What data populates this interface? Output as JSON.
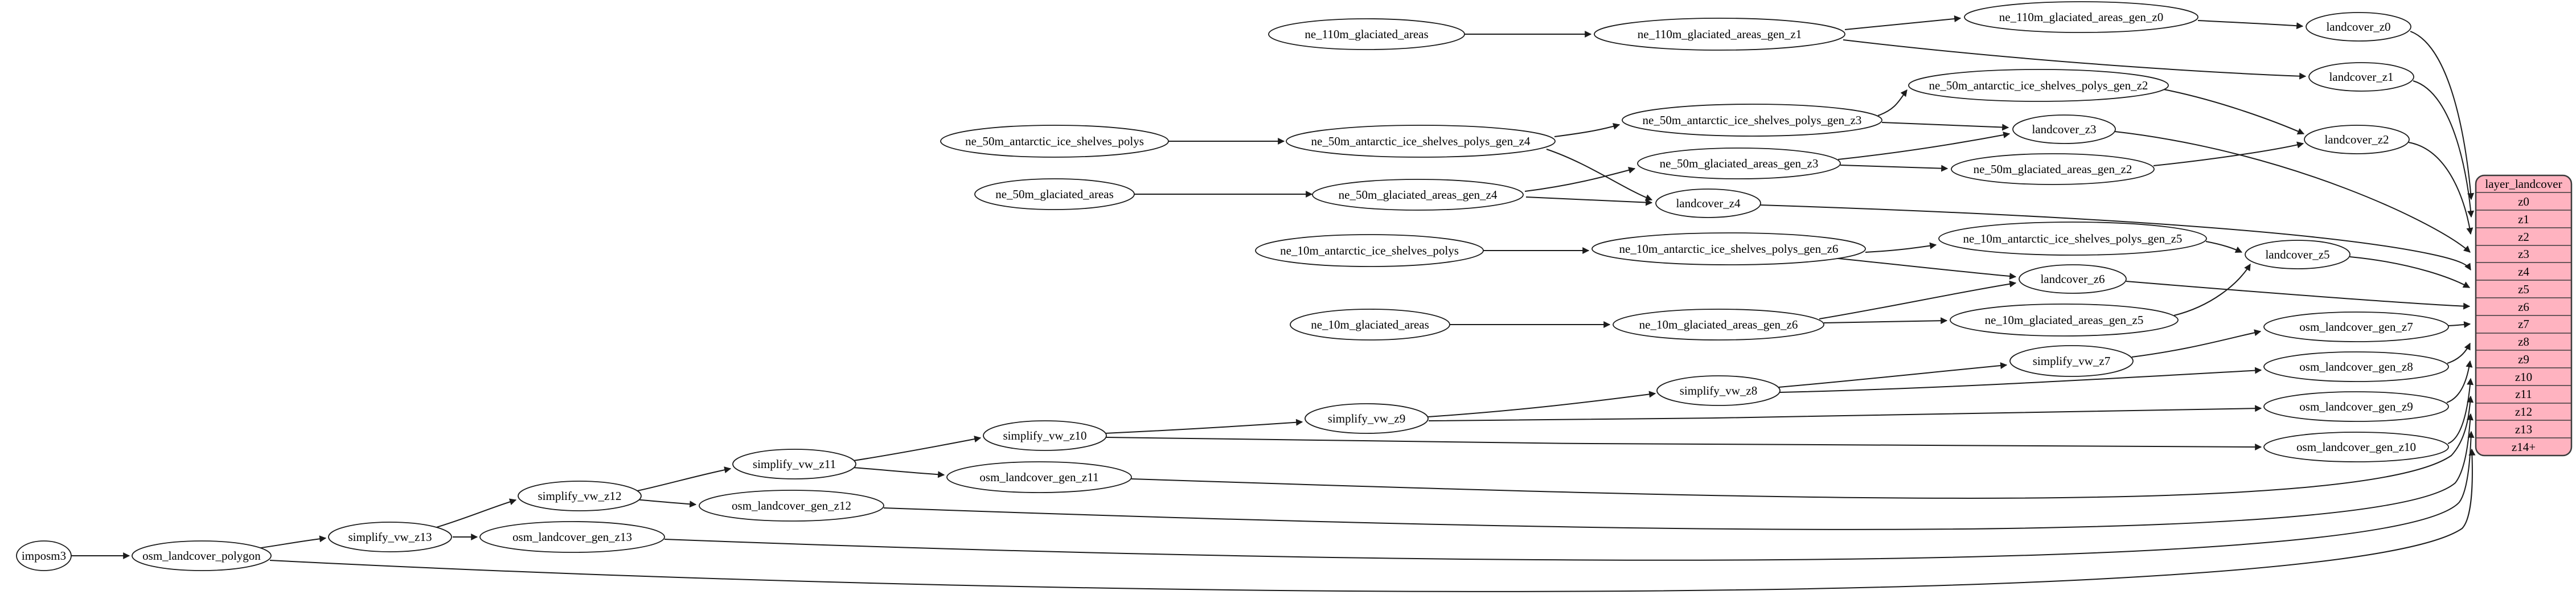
{
  "diagram": {
    "kind": "graphviz-dependency-graph",
    "nodes": {
      "ne_110m_glaciated_areas": "ne_110m_glaciated_areas",
      "ne_110m_glaciated_areas_gen_z1": "ne_110m_glaciated_areas_gen_z1",
      "ne_110m_glaciated_areas_gen_z0": "ne_110m_glaciated_areas_gen_z0",
      "landcover_z0": "landcover_z0",
      "landcover_z1": "landcover_z1",
      "ne_50m_antarctic_ice_shelves_polys": "ne_50m_antarctic_ice_shelves_polys",
      "ne_50m_antarctic_ice_shelves_polys_gen_z4": "ne_50m_antarctic_ice_shelves_polys_gen_z4",
      "ne_50m_antarctic_ice_shelves_polys_gen_z3": "ne_50m_antarctic_ice_shelves_polys_gen_z3",
      "ne_50m_antarctic_ice_shelves_polys_gen_z2": "ne_50m_antarctic_ice_shelves_polys_gen_z2",
      "ne_50m_glaciated_areas": "ne_50m_glaciated_areas",
      "ne_50m_glaciated_areas_gen_z4": "ne_50m_glaciated_areas_gen_z4",
      "ne_50m_glaciated_areas_gen_z3": "ne_50m_glaciated_areas_gen_z3",
      "ne_50m_glaciated_areas_gen_z2": "ne_50m_glaciated_areas_gen_z2",
      "landcover_z2": "landcover_z2",
      "landcover_z3": "landcover_z3",
      "landcover_z4": "landcover_z4",
      "ne_10m_antarctic_ice_shelves_polys": "ne_10m_antarctic_ice_shelves_polys",
      "ne_10m_antarctic_ice_shelves_polys_gen_z6": "ne_10m_antarctic_ice_shelves_polys_gen_z6",
      "ne_10m_antarctic_ice_shelves_polys_gen_z5": "ne_10m_antarctic_ice_shelves_polys_gen_z5",
      "ne_10m_glaciated_areas": "ne_10m_glaciated_areas",
      "ne_10m_glaciated_areas_gen_z6": "ne_10m_glaciated_areas_gen_z6",
      "ne_10m_glaciated_areas_gen_z5": "ne_10m_glaciated_areas_gen_z5",
      "landcover_z5": "landcover_z5",
      "landcover_z6": "landcover_z6",
      "imposm3": "imposm3",
      "osm_landcover_polygon": "osm_landcover_polygon",
      "simplify_vw_z13": "simplify_vw_z13",
      "simplify_vw_z12": "simplify_vw_z12",
      "simplify_vw_z11": "simplify_vw_z11",
      "simplify_vw_z10": "simplify_vw_z10",
      "simplify_vw_z9": "simplify_vw_z9",
      "simplify_vw_z8": "simplify_vw_z8",
      "simplify_vw_z7": "simplify_vw_z7",
      "osm_landcover_gen_z7": "osm_landcover_gen_z7",
      "osm_landcover_gen_z8": "osm_landcover_gen_z8",
      "osm_landcover_gen_z9": "osm_landcover_gen_z9",
      "osm_landcover_gen_z10": "osm_landcover_gen_z10",
      "osm_landcover_gen_z11": "osm_landcover_gen_z11",
      "osm_landcover_gen_z12": "osm_landcover_gen_z12",
      "osm_landcover_gen_z13": "osm_landcover_gen_z13"
    },
    "table": {
      "title": "layer_landcover",
      "rows": [
        "z0",
        "z1",
        "z2",
        "z3",
        "z4",
        "z5",
        "z6",
        "z7",
        "z8",
        "z9",
        "z10",
        "z11",
        "z12",
        "z13",
        "z14+"
      ]
    },
    "edges": [
      "ne_110m_glaciated_areas -> ne_110m_glaciated_areas_gen_z1",
      "ne_110m_glaciated_areas_gen_z1 -> ne_110m_glaciated_areas_gen_z0",
      "ne_110m_glaciated_areas_gen_z1 -> landcover_z1",
      "ne_110m_glaciated_areas_gen_z0 -> landcover_z0",
      "landcover_z0 -> layer_landcover:z0",
      "landcover_z1 -> layer_landcover:z1",
      "ne_50m_antarctic_ice_shelves_polys -> ne_50m_antarctic_ice_shelves_polys_gen_z4",
      "ne_50m_antarctic_ice_shelves_polys_gen_z4 -> ne_50m_antarctic_ice_shelves_polys_gen_z3",
      "ne_50m_antarctic_ice_shelves_polys_gen_z4 -> landcover_z4",
      "ne_50m_antarctic_ice_shelves_polys_gen_z3 -> ne_50m_antarctic_ice_shelves_polys_gen_z2",
      "ne_50m_antarctic_ice_shelves_polys_gen_z3 -> landcover_z3",
      "ne_50m_antarctic_ice_shelves_polys_gen_z2 -> landcover_z2",
      "ne_50m_glaciated_areas -> ne_50m_glaciated_areas_gen_z4",
      "ne_50m_glaciated_areas_gen_z4 -> ne_50m_glaciated_areas_gen_z3",
      "ne_50m_glaciated_areas_gen_z4 -> landcover_z4",
      "ne_50m_glaciated_areas_gen_z3 -> ne_50m_glaciated_areas_gen_z2",
      "ne_50m_glaciated_areas_gen_z3 -> landcover_z3",
      "ne_50m_glaciated_areas_gen_z2 -> landcover_z2",
      "landcover_z2 -> layer_landcover:z2",
      "landcover_z3 -> layer_landcover:z3",
      "landcover_z4 -> layer_landcover:z4",
      "ne_10m_antarctic_ice_shelves_polys -> ne_10m_antarctic_ice_shelves_polys_gen_z6",
      "ne_10m_antarctic_ice_shelves_polys_gen_z6 -> ne_10m_antarctic_ice_shelves_polys_gen_z5",
      "ne_10m_antarctic_ice_shelves_polys_gen_z6 -> landcover_z6",
      "ne_10m_antarctic_ice_shelves_polys_gen_z5 -> landcover_z5",
      "ne_10m_glaciated_areas -> ne_10m_glaciated_areas_gen_z6",
      "ne_10m_glaciated_areas_gen_z6 -> ne_10m_glaciated_areas_gen_z5",
      "ne_10m_glaciated_areas_gen_z6 -> landcover_z6",
      "ne_10m_glaciated_areas_gen_z5 -> landcover_z5",
      "landcover_z5 -> layer_landcover:z5",
      "landcover_z6 -> layer_landcover:z6",
      "imposm3 -> osm_landcover_polygon",
      "osm_landcover_polygon -> simplify_vw_z13",
      "osm_landcover_polygon -> layer_landcover:z14+",
      "simplify_vw_z13 -> simplify_vw_z12",
      "simplify_vw_z13 -> osm_landcover_gen_z13",
      "simplify_vw_z12 -> simplify_vw_z11",
      "simplify_vw_z12 -> osm_landcover_gen_z12",
      "simplify_vw_z11 -> simplify_vw_z10",
      "simplify_vw_z11 -> osm_landcover_gen_z11",
      "simplify_vw_z10 -> simplify_vw_z9",
      "simplify_vw_z10 -> osm_landcover_gen_z10",
      "simplify_vw_z9 -> simplify_vw_z8",
      "simplify_vw_z9 -> osm_landcover_gen_z9",
      "simplify_vw_z8 -> simplify_vw_z7",
      "simplify_vw_z8 -> osm_landcover_gen_z8",
      "simplify_vw_z7 -> osm_landcover_gen_z7",
      "osm_landcover_gen_z7 -> layer_landcover:z7",
      "osm_landcover_gen_z8 -> layer_landcover:z8",
      "osm_landcover_gen_z9 -> layer_landcover:z9",
      "osm_landcover_gen_z10 -> layer_landcover:z10",
      "osm_landcover_gen_z11 -> layer_landcover:z11",
      "osm_landcover_gen_z12 -> layer_landcover:z12",
      "osm_landcover_gen_z13 -> layer_landcover:z13"
    ],
    "colors": {
      "background": "#ffffff",
      "node_fill": "#ffffff",
      "node_border": "#1c1c1c",
      "edge": "#1c1c1c",
      "table_fill": "#ffb3c0",
      "table_border": "#3b3b3b"
    }
  }
}
